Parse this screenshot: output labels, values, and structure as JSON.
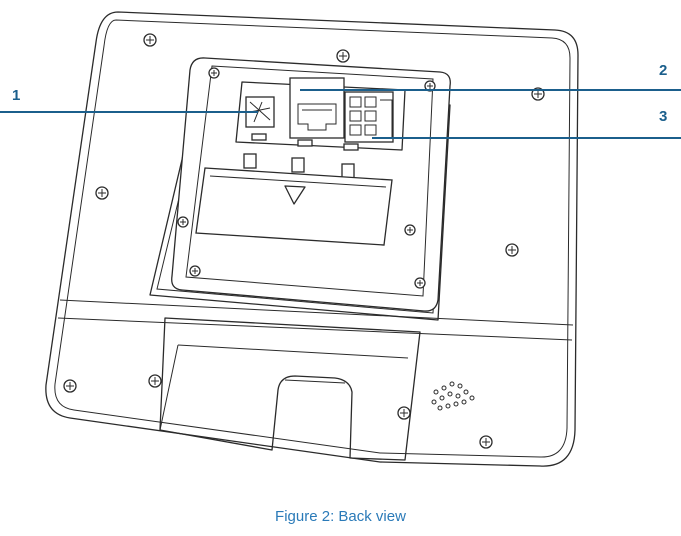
{
  "callouts": [
    {
      "number": "1"
    },
    {
      "number": "2"
    },
    {
      "number": "3"
    }
  ],
  "caption": "Figure 2: Back view",
  "colors": {
    "callout": "#1b5f8c",
    "caption": "#2a7ab8",
    "line": "#2b2b2b"
  },
  "parts": [
    "screw-icon",
    "rj45-port-icon",
    "power-connector-icon",
    "multi-pin-connector-icon",
    "speaker-grille-icon"
  ]
}
